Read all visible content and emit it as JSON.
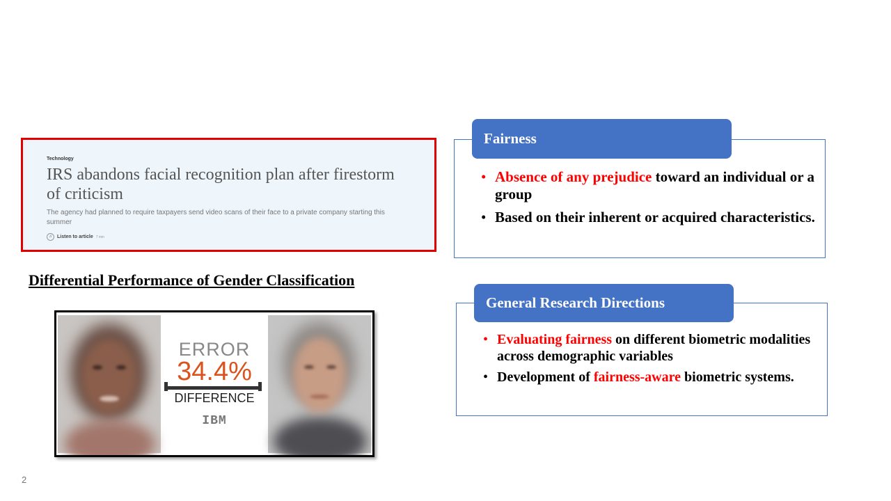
{
  "article": {
    "category": "Technology",
    "headline": "IRS abandons facial recognition plan after firestorm of criticism",
    "subheadline": "The agency had planned to require taxpayers send video scans of their face to a private company starting this summer",
    "listen_label": "Listen to article",
    "listen_duration": "7 min"
  },
  "gender_section": {
    "title": "Differential Performance of Gender Classification",
    "image": {
      "error_label": "ERROR",
      "percent": "34.4%",
      "difference_label": "DIFFERENCE",
      "brand": "IBM"
    }
  },
  "fairness": {
    "header": "Fairness",
    "items": [
      {
        "highlight": "Absence of any prejudice",
        "rest": " toward an individual or a group"
      },
      {
        "text": "Based on their inherent or acquired characteristics."
      }
    ]
  },
  "directions": {
    "header": "General Research Directions",
    "items": [
      {
        "highlight": "Evaluating fairness",
        "rest": " on different biometric modalities across demographic variables"
      },
      {
        "before": "Development of ",
        "highlight": "fairness-aware",
        "after": " biometric systems."
      }
    ]
  },
  "slide": {
    "page_number": "2"
  },
  "colors": {
    "accent_blue": "#4472c4",
    "highlight_red": "#ff0000",
    "article_border": "#e00000"
  }
}
